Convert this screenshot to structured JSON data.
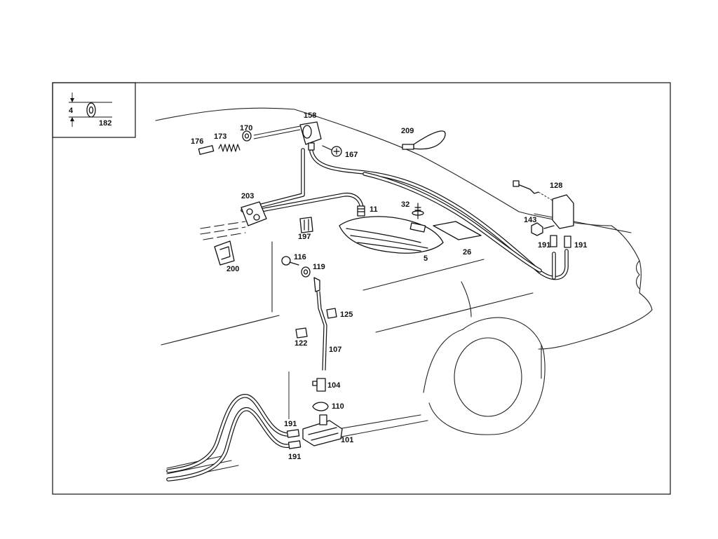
{
  "inset": {
    "dimension_label": "4",
    "part_label": "182"
  },
  "labels": {
    "p158": "158",
    "p173": "173",
    "p170": "170",
    "p176": "176",
    "p167": "167",
    "p209": "209",
    "p128": "128",
    "p143": "143",
    "p191_top_left": "191",
    "p191_top_right": "191",
    "p203": "203",
    "p11": "11",
    "p32": "32",
    "p197": "197",
    "p200": "200",
    "p26": "26",
    "p5": "5",
    "p116": "116",
    "p119": "119",
    "p125": "125",
    "p122": "122",
    "p107": "107",
    "p104": "104",
    "p110": "110",
    "p191_bottom_upper": "191",
    "p191_bottom_lower": "191",
    "p101": "101"
  }
}
